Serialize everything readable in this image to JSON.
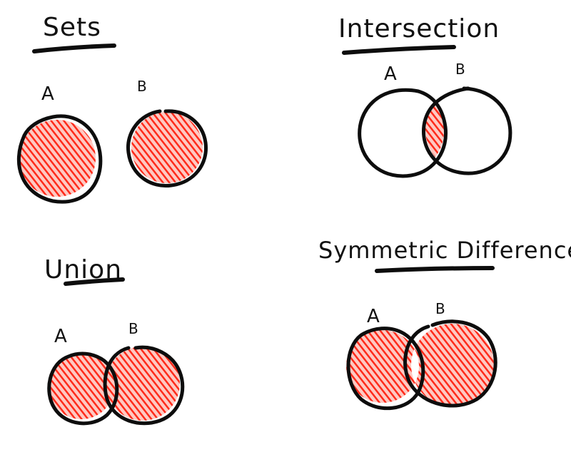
{
  "panels": {
    "sets": {
      "title": "Sets",
      "label_a": "A",
      "label_b": "B"
    },
    "intersection": {
      "title": "Intersection",
      "label_a": "A",
      "label_b": "B"
    },
    "union": {
      "title": "Union",
      "label_a": "A",
      "label_b": "B"
    },
    "symmetric_difference": {
      "title": "Symmetric Difference",
      "label_a": "A",
      "label_b": "B"
    }
  },
  "colors": {
    "fill": "#ff2a1a",
    "stroke": "#0d0d0d",
    "background": "#ffffff"
  }
}
